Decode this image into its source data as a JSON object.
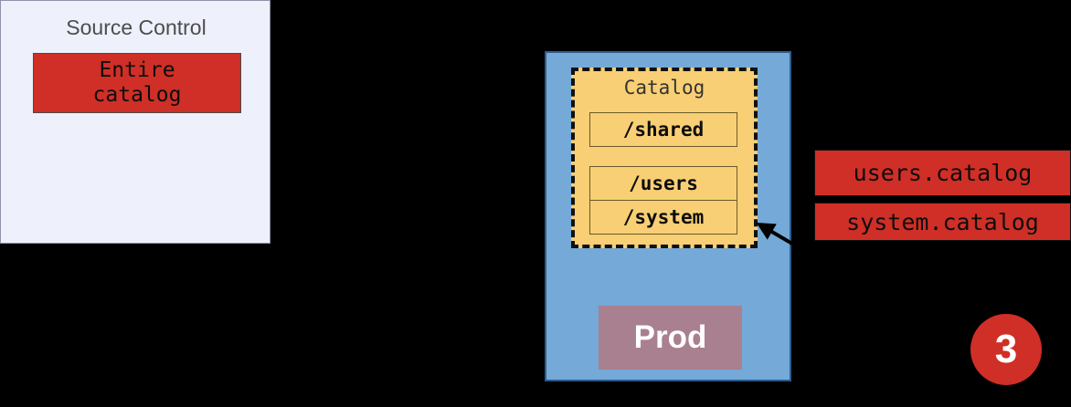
{
  "diagram": {
    "step_number": "3",
    "colors": {
      "red": "#cf2f26",
      "blue_panel": "#74a9d8",
      "blue_panel_border": "#2e5c8a",
      "catalog_yellow": "#f8cf74",
      "prod_rose": "#a9808f",
      "source_control_bg": "#eef0fb",
      "title_gray": "#4d4d4d"
    },
    "source_control": {
      "title": "Source Control",
      "artifact_label": "Entire\ncatalog",
      "artifact_line1": "Entire",
      "artifact_line2": "catalog"
    },
    "prod_environment": {
      "environment_label": "Prod",
      "catalog": {
        "title": "Catalog",
        "items": [
          {
            "label": "/shared"
          },
          {
            "label": "/users"
          },
          {
            "label": "/system"
          }
        ]
      }
    },
    "catalog_files": [
      {
        "label": "users.catalog"
      },
      {
        "label": "system.catalog"
      }
    ],
    "arrow": {
      "name": "catalog-pointer-arrow",
      "points_to": "catalog-box"
    }
  }
}
